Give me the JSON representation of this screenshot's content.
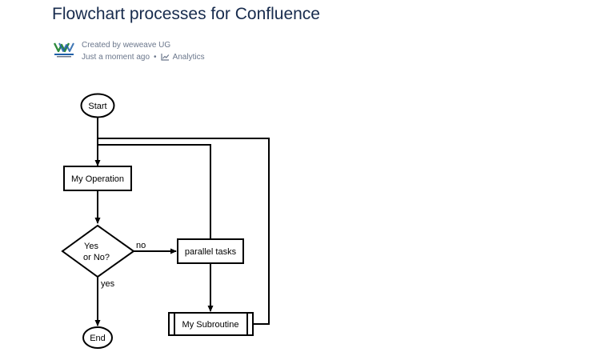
{
  "page": {
    "title": "Flowchart processes for Confluence"
  },
  "byline": {
    "created_by": "Created by weweave UG",
    "timestamp": "Just a moment ago",
    "separator": "•",
    "analytics": "Analytics",
    "avatar_icon": "weweave-logo-icon"
  },
  "flowchart": {
    "start": "Start",
    "operation": "My Operation",
    "decision_line1": "Yes",
    "decision_line2": "or No?",
    "no_label": "no",
    "yes_label": "yes",
    "parallel": "parallel tasks",
    "subroutine": "My Subroutine",
    "end": "End"
  },
  "colors": {
    "title": "#172b4d",
    "meta": "#6b778c",
    "stroke": "#000000",
    "logo_green": "#2e8b3d",
    "logo_blue": "#1f5fa8"
  }
}
